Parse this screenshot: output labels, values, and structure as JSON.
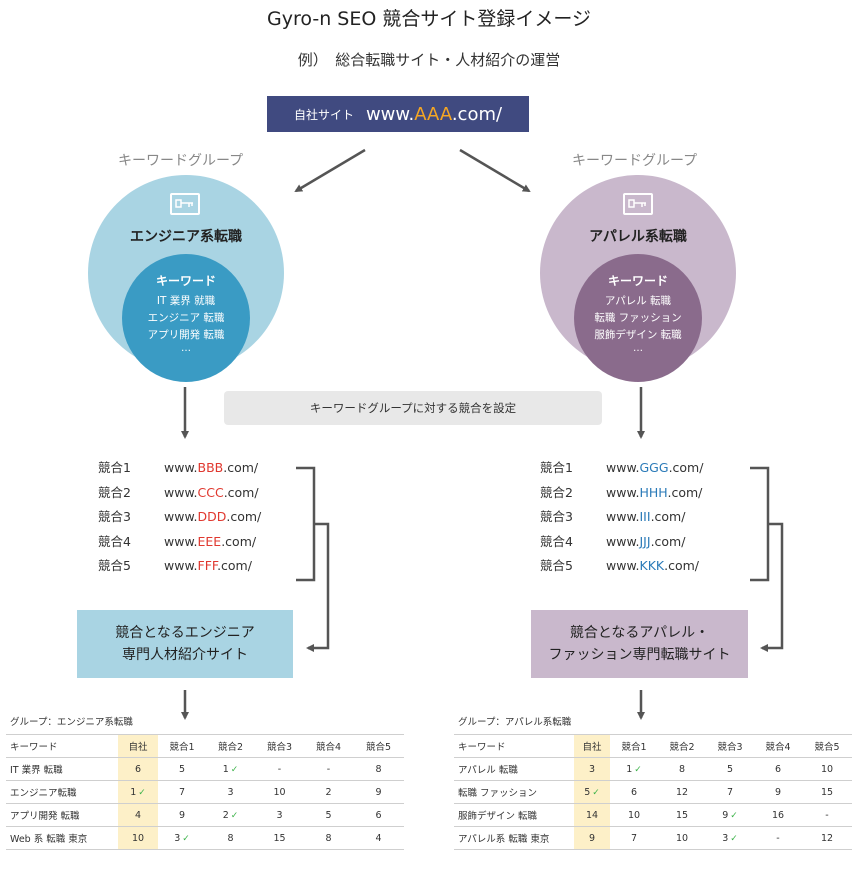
{
  "title": "Gyro-n SEO 競合サイト登録イメージ",
  "subtitle": "例）　総合転職サイト・人材紹介の運営",
  "own_site": {
    "label": "自社サイト",
    "url_prefix": "www.",
    "url_highlight": "AAA",
    "url_suffix": ".com/"
  },
  "set_bar": "キーワードグループに対する競合を設定",
  "left": {
    "group_label": "キーワードグループ",
    "group_name": "エンジニア系転職",
    "keyword_heading": "キーワード",
    "keywords": [
      "IT 業界 就職",
      "エンジニア 転職",
      "アプリ開発 転職"
    ],
    "ellipsis": "…",
    "competitors": [
      {
        "name": "競合1",
        "prefix": "www.",
        "highlight": "BBB",
        "suffix": ".com/"
      },
      {
        "name": "競合2",
        "prefix": "www.",
        "highlight": "CCC",
        "suffix": ".com/"
      },
      {
        "name": "競合3",
        "prefix": "www.",
        "highlight": "DDD",
        "suffix": ".com/"
      },
      {
        "name": "競合4",
        "prefix": "www.",
        "highlight": "EEE",
        "suffix": ".com/"
      },
      {
        "name": "競合5",
        "prefix": "www.",
        "highlight": "FFF",
        "suffix": ".com/"
      }
    ],
    "result_line1": "競合となるエンジニア",
    "result_line2": "専門人材紹介サイト",
    "table_caption": "グループ：エンジニア系転職",
    "table_headers": [
      "キーワード",
      "自社",
      "競合1",
      "競合2",
      "競合3",
      "競合4",
      "競合5"
    ],
    "table_rows": [
      {
        "keyword": "IT 業界  転職",
        "cells": [
          "6",
          "5",
          "1",
          "-",
          "-",
          "8"
        ],
        "checks": [
          false,
          false,
          true,
          false,
          false,
          false
        ]
      },
      {
        "keyword": "エンジニア転職",
        "cells": [
          "1",
          "7",
          "3",
          "10",
          "2",
          "9"
        ],
        "checks": [
          true,
          false,
          false,
          false,
          false,
          false
        ]
      },
      {
        "keyword": "アプリ開発  転職",
        "cells": [
          "4",
          "9",
          "2",
          "3",
          "5",
          "6"
        ],
        "checks": [
          false,
          false,
          true,
          false,
          false,
          false
        ]
      },
      {
        "keyword": "Web 系  転職  東京",
        "cells": [
          "10",
          "3",
          "8",
          "15",
          "8",
          "4"
        ],
        "checks": [
          false,
          true,
          false,
          false,
          false,
          false
        ]
      }
    ]
  },
  "right": {
    "group_label": "キーワードグループ",
    "group_name": "アパレル系転職",
    "keyword_heading": "キーワード",
    "keywords": [
      "アパレル 転職",
      "転職 ファッション",
      "服飾デザイン 転職"
    ],
    "ellipsis": "…",
    "competitors": [
      {
        "name": "競合1",
        "prefix": "www.",
        "highlight": "GGG",
        "suffix": ".com/"
      },
      {
        "name": "競合2",
        "prefix": "www.",
        "highlight": "HHH",
        "suffix": ".com/"
      },
      {
        "name": "競合3",
        "prefix": "www.",
        "highlight": "III",
        "suffix": ".com/"
      },
      {
        "name": "競合4",
        "prefix": "www.",
        "highlight": "JJJ",
        "suffix": ".com/"
      },
      {
        "name": "競合5",
        "prefix": "www.",
        "highlight": "KKK",
        "suffix": ".com/"
      }
    ],
    "result_line1": "競合となるアパレル・",
    "result_line2": "ファッション専門転職サイト",
    "table_caption": "グループ：アパレル系転職",
    "table_headers": [
      "キーワード",
      "自社",
      "競合1",
      "競合2",
      "競合3",
      "競合4",
      "競合5"
    ],
    "table_rows": [
      {
        "keyword": "アパレル  転職",
        "cells": [
          "3",
          "1",
          "8",
          "5",
          "6",
          "10"
        ],
        "checks": [
          false,
          true,
          false,
          false,
          false,
          false
        ]
      },
      {
        "keyword": "転職  ファッション",
        "cells": [
          "5",
          "6",
          "12",
          "7",
          "9",
          "15"
        ],
        "checks": [
          true,
          false,
          false,
          false,
          false,
          false
        ]
      },
      {
        "keyword": "服飾デザイン  転職",
        "cells": [
          "14",
          "10",
          "15",
          "9",
          "16",
          "-"
        ],
        "checks": [
          false,
          false,
          false,
          true,
          false,
          false
        ]
      },
      {
        "keyword": "アパレル系  転職  東京",
        "cells": [
          "9",
          "7",
          "10",
          "3",
          "-",
          "12"
        ],
        "checks": [
          false,
          false,
          false,
          true,
          false,
          false
        ]
      }
    ]
  },
  "colors": {
    "own_site_bg": "#404a80",
    "highlight_orange": "#f5a623",
    "left_outer": "#a9d4e3",
    "left_inner": "#3a9bc4",
    "left_result": "#a9d4e3",
    "right_outer": "#c9b8cc",
    "right_inner": "#8a6b8c",
    "right_result": "#c9b8cc",
    "red_url": "#e0382f",
    "blue_url": "#2a7ab8",
    "own_col": "#fdf0c8",
    "check": "#3db34a"
  }
}
